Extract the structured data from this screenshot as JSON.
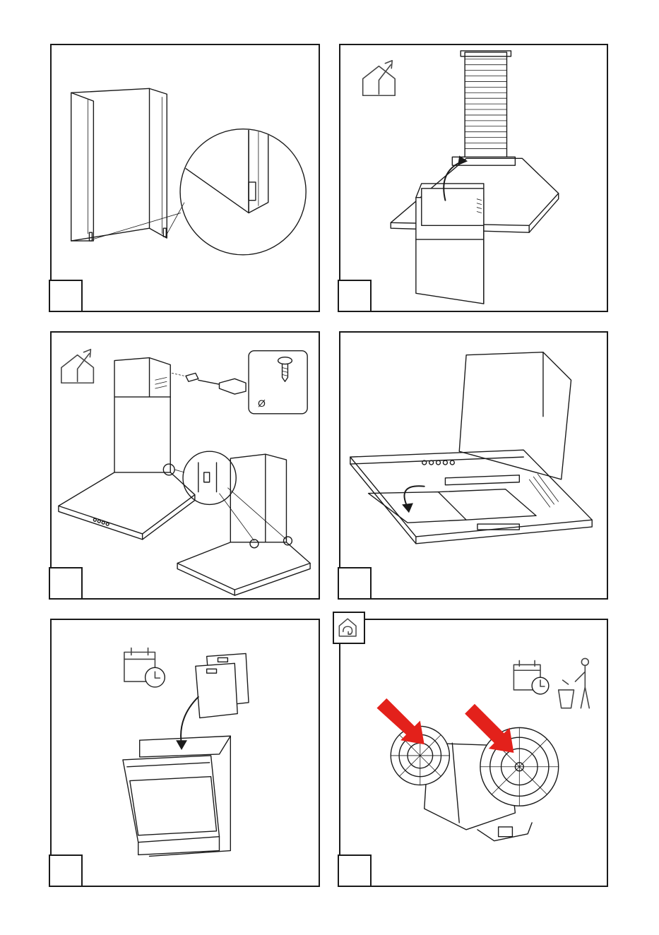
{
  "panels": [
    {
      "id": "p1",
      "step_label": "",
      "icon": "none"
    },
    {
      "id": "p2",
      "step_label": "",
      "icon": "house-outlet-icon"
    },
    {
      "id": "p3",
      "step_label": "",
      "icon": "house-outlet-icon",
      "diameter_symbol": "Ø"
    },
    {
      "id": "p4",
      "step_label": "",
      "icon": "none"
    },
    {
      "id": "p5",
      "step_label": "",
      "icon": "calendar-clock-icon"
    },
    {
      "id": "p6",
      "step_label": "",
      "icon": "recirculation-house-icon"
    }
  ],
  "colors": {
    "line": "#1a1a1a",
    "accent_arrow": "#e3211b",
    "icon_gray": "#444444"
  }
}
